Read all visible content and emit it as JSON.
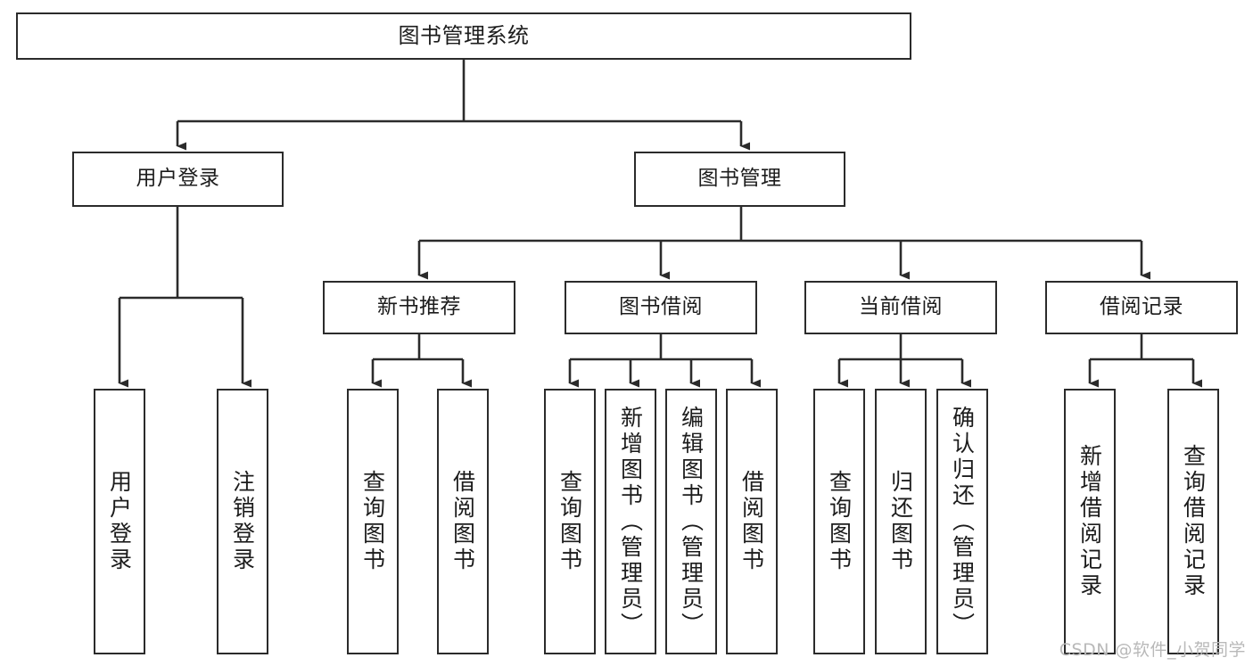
{
  "diagram": {
    "title": "图书管理系统",
    "type": "tree-hierarchy-chart",
    "root": {
      "id": "root",
      "label": "图书管理系统"
    },
    "level2": [
      {
        "id": "user-login",
        "label": "用户登录"
      },
      {
        "id": "book-management",
        "label": "图书管理"
      }
    ],
    "level3": [
      {
        "id": "new-book-recommend",
        "label": "新书推荐"
      },
      {
        "id": "book-borrow",
        "label": "图书借阅"
      },
      {
        "id": "current-borrow",
        "label": "当前借阅"
      },
      {
        "id": "borrow-record",
        "label": "借阅记录"
      }
    ],
    "leaves": [
      {
        "id": "leaf-user-login",
        "label": "用户登录",
        "parent": "user-login"
      },
      {
        "id": "leaf-logout-login",
        "label": "注销登录",
        "parent": "user-login"
      },
      {
        "id": "leaf-query-book-1",
        "label": "查询图书",
        "parent": "new-book-recommend"
      },
      {
        "id": "leaf-borrow-book-1",
        "label": "借阅图书",
        "parent": "new-book-recommend"
      },
      {
        "id": "leaf-query-book-2",
        "label": "查询图书",
        "parent": "book-borrow"
      },
      {
        "id": "leaf-add-book",
        "label": "新增图书（管理员）",
        "parent": "book-borrow"
      },
      {
        "id": "leaf-edit-book",
        "label": "编辑图书（管理员）",
        "parent": "book-borrow"
      },
      {
        "id": "leaf-borrow-book-2",
        "label": "借阅图书",
        "parent": "book-borrow"
      },
      {
        "id": "leaf-query-book-3",
        "label": "查询图书",
        "parent": "current-borrow"
      },
      {
        "id": "leaf-return-book",
        "label": "归还图书",
        "parent": "current-borrow"
      },
      {
        "id": "leaf-confirm-return",
        "label": "确认归还（管理员）",
        "parent": "current-borrow"
      },
      {
        "id": "leaf-add-borrow-record",
        "label": "新增借阅记录",
        "parent": "borrow-record"
      },
      {
        "id": "leaf-query-borrow-record",
        "label": "查询借阅记录",
        "parent": "borrow-record"
      }
    ],
    "colors": {
      "stroke": "#2b2b2b",
      "fill": "#ffffff",
      "text": "#1c1c1c",
      "watermark": "#b9b9b9"
    }
  },
  "watermark": {
    "text": "CSDN @软件_小贺同学"
  }
}
